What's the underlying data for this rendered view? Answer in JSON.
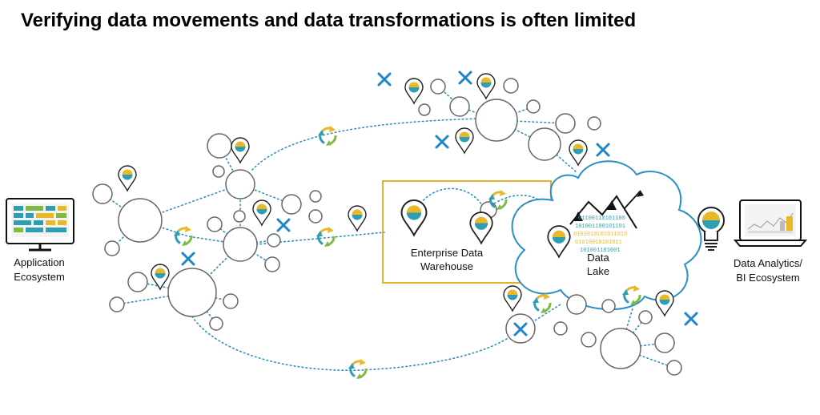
{
  "title": "Verifying data movements and data transformations is often limited",
  "labels": {
    "application": [
      "Application",
      "Ecosystem"
    ],
    "edw": [
      "Enterprise Data",
      "Warehouse"
    ],
    "lake": [
      "Data",
      "Lake"
    ],
    "analytics": [
      "Data Analytics/",
      "BI Ecosystem"
    ]
  },
  "colors": {
    "dotted_line": "#2a8fc4",
    "x_mark": "#1b87c8",
    "edw_box": "#e3b22e",
    "cloud": "#2a8fc4",
    "gold": "#e8b828",
    "teal": "#2f9eb5",
    "green": "#7dbb42",
    "node_stroke": "#666666"
  },
  "icons": {
    "application": "monitor-dashboard-icon",
    "analytics": "laptop-chart-icon",
    "insight": "lightbulb-icon",
    "data_point": "map-pin-icon",
    "transformation": "recycle-arrows-icon",
    "broken_link": "x-mark-icon"
  }
}
